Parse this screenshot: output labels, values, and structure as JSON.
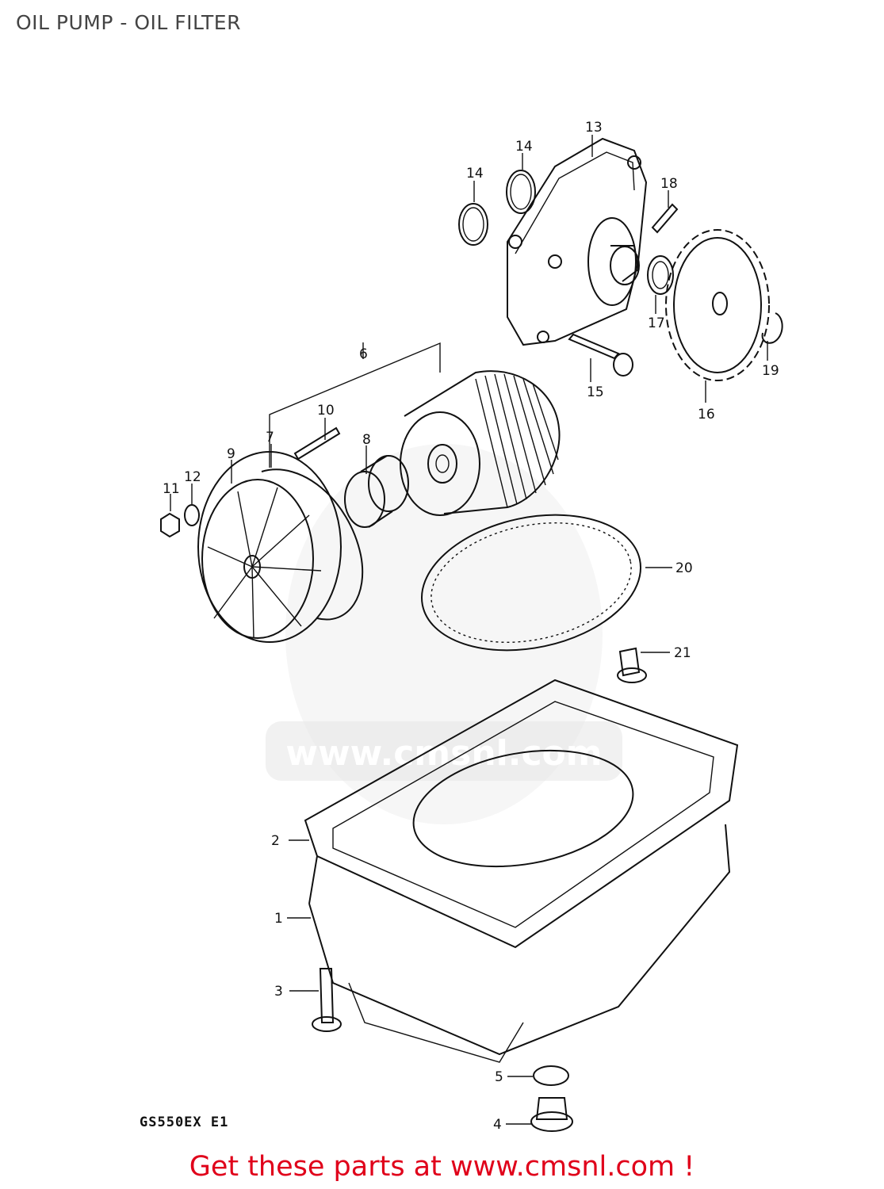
{
  "header": {
    "title": "OIL PUMP - OIL FILTER"
  },
  "diagram": {
    "model_code": "GS550EX  E1",
    "parts": [
      {
        "ref": "1"
      },
      {
        "ref": "2"
      },
      {
        "ref": "3"
      },
      {
        "ref": "4"
      },
      {
        "ref": "5"
      },
      {
        "ref": "6"
      },
      {
        "ref": "7"
      },
      {
        "ref": "8"
      },
      {
        "ref": "9"
      },
      {
        "ref": "10"
      },
      {
        "ref": "11"
      },
      {
        "ref": "12"
      },
      {
        "ref": "13"
      },
      {
        "ref": "14"
      },
      {
        "ref": "14"
      },
      {
        "ref": "15"
      },
      {
        "ref": "16"
      },
      {
        "ref": "17"
      },
      {
        "ref": "18"
      },
      {
        "ref": "19"
      },
      {
        "ref": "20"
      },
      {
        "ref": "21"
      }
    ]
  },
  "watermark": {
    "text": "www.cmsnl.com"
  },
  "footer": {
    "link_text": "Get these parts at www.cmsnl.com !",
    "link_color": "#e0001a"
  }
}
